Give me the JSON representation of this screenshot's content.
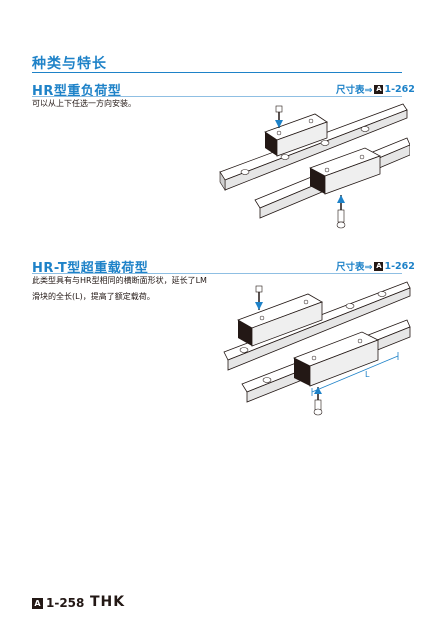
{
  "section_title": "种类与特长",
  "products": [
    {
      "title": "HR型重负荷型",
      "ref_label": "尺寸表⇒",
      "ref_book": "A",
      "ref_page": "1-262",
      "description_lines": [
        "可以从上下任选一方向安装。"
      ]
    },
    {
      "title": "HR-T型超重载荷型",
      "ref_label": "尺寸表⇒",
      "ref_book": "A",
      "ref_page": "1-262",
      "description_lines": [
        "此类型具有与HR型相同的横断面形状，延长了LM",
        "滑块的全长(L)，提高了额定载荷。"
      ],
      "dimension_label": "L"
    }
  ],
  "footer": {
    "book": "A",
    "page": "1-258",
    "logo": "THK"
  },
  "colors": {
    "accent": "#1e82c8",
    "text": "#231815"
  }
}
